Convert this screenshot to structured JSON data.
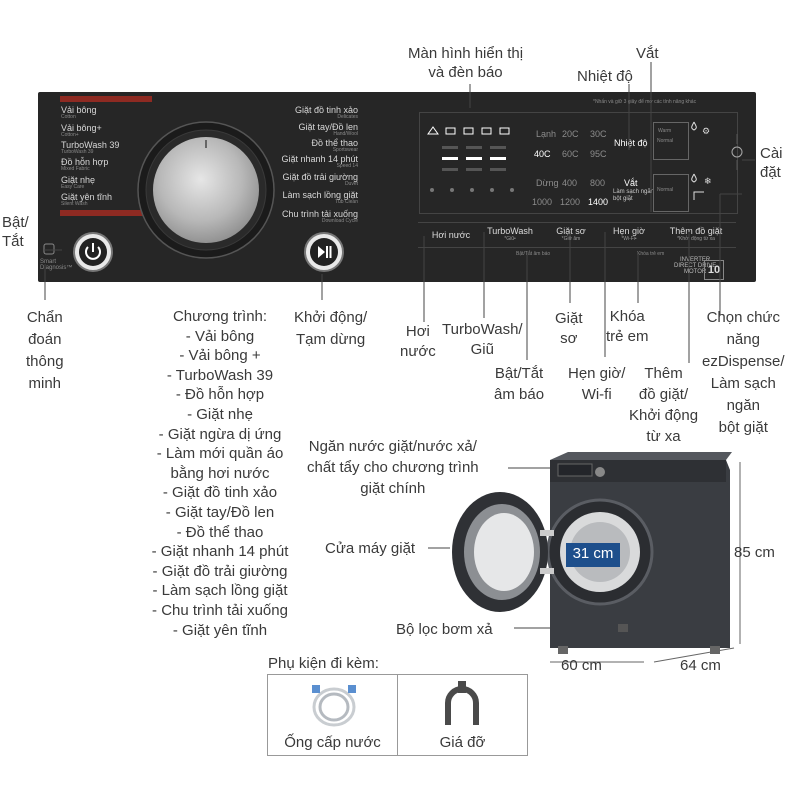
{
  "callouts": {
    "display": [
      "Màn hình hiển thị",
      "và đèn báo"
    ],
    "vat_top": "Vắt",
    "nhiet_do": "Nhiệt độ",
    "cai_dat": [
      "Cài",
      "đặt"
    ],
    "bat_tat": [
      "Bật/",
      "Tắt"
    ],
    "chan_doan": [
      "Chẩn",
      "đoán",
      "thông",
      "minh"
    ],
    "chuong_trinh_title": "Chương trình:",
    "khoi_dong": [
      "Khởi động/",
      "Tạm dừng"
    ],
    "hoi_nuoc": [
      "Hơi",
      "nước"
    ],
    "turbowash": [
      "TurboWash/",
      "Giũ"
    ],
    "giat_so": [
      "Giặt",
      "sơ"
    ],
    "khoa_tre_em": [
      "Khóa",
      "trẻ em"
    ],
    "chon_chuc_nang": [
      "Chọn chức",
      "năng",
      "ezDispense/",
      "Làm sạch",
      "ngăn",
      "bột giặt"
    ],
    "bat_tat_am_bao": [
      "Bật/Tắt",
      "âm báo"
    ],
    "hen_gio": [
      "Hẹn giờ/",
      "Wi-fi"
    ],
    "them_do_giat": [
      "Thêm",
      "đồ giặt/",
      "Khởi động",
      "từ xa"
    ],
    "ngan_nuoc": [
      "Ngăn nước giặt/nước xả/",
      "chất tẩy cho chương trình",
      "giặt chính"
    ],
    "cua_may": "Cửa máy giặt",
    "bo_loc": "Bộ lọc bơm xả",
    "dim_door": "31 cm",
    "dim_height": "85 cm",
    "dim_width": "60 cm",
    "dim_depth": "64 cm"
  },
  "programs_list": [
    "- Vải bông",
    "- Vải bông +",
    "- TurboWash 39",
    "- Đồ hỗn hợp",
    "- Giặt nhẹ",
    "- Giặt ngừa dị ứng",
    "- Làm mới quần áo",
    "bằng hơi nước",
    "- Giặt đồ tinh xảo",
    "- Giặt tay/Đồ len",
    "- Đồ thể thao",
    "- Giặt nhanh 14 phút",
    "- Giặt đồ trải giường",
    "- Làm sạch lồng giặt",
    "- Chu trình tải xuống",
    "-      Giặt yên tĩnh"
  ],
  "panel": {
    "left_programs": [
      {
        "name": "Vải bông",
        "sub": "Cotton"
      },
      {
        "name": "Vải bông+",
        "sub": "Cotton+"
      },
      {
        "name": "TurboWash 39",
        "sub": "TurboWash 39"
      },
      {
        "name": "Đồ hỗn hợp",
        "sub": "Mixed Fabric"
      },
      {
        "name": "Giặt nhẹ",
        "sub": "Easy Care"
      },
      {
        "name": "Giặt yên tĩnh",
        "sub": "Silent Wash"
      }
    ],
    "right_programs": [
      {
        "name": "Giặt đồ tinh xảo",
        "sub": "Delicates"
      },
      {
        "name": "Giặt tay/Đồ len",
        "sub": "Hand/Wool"
      },
      {
        "name": "Đồ thể thao",
        "sub": "Sportswear"
      },
      {
        "name": "Giặt nhanh 14 phút",
        "sub": "Speed 14"
      },
      {
        "name": "Giặt đồ trải giường",
        "sub": "Duvet"
      },
      {
        "name": "Làm sạch lồng giặt",
        "sub": "Tub Clean"
      },
      {
        "name": "Chu trình tải xuống",
        "sub": "Download Cycle"
      }
    ],
    "smart_diagnosis": [
      "Smart",
      "Diagnosis™"
    ],
    "display_note": "*Nhấn và giữ 3 giây để mở các tính năng khác",
    "temps_row1": [
      "Lạnh",
      "20C",
      "30C"
    ],
    "temps_row2": [
      "40C",
      "60C",
      "95C"
    ],
    "spin_row1": [
      "Dừng",
      "400",
      "800"
    ],
    "spin_row2": [
      "1000",
      "1200",
      "1400"
    ],
    "nhiet_do": "Nhiệt độ",
    "vat": "Vắt",
    "lam_sach_ngan": [
      "Làm sạch ngăn",
      "bột giặt"
    ],
    "warm": "Warm",
    "normal": "Normal",
    "buttons": [
      {
        "label": "Hơi nước",
        "sub": ""
      },
      {
        "label": "TurboWash",
        "sub": "*Giũ•"
      },
      {
        "label": "Giặt sơ",
        "sub": "*Giữ âm"
      },
      {
        "label": "Hẹn giờ",
        "sub": "*Wi-Fi•"
      },
      {
        "label": "Thêm đồ giặt",
        "sub": "*Khởi động từ xa"
      }
    ],
    "bat_tat_am_bao_small": "Bật/Tắt âm báo",
    "khoa_tre_em_small": "Khóa trẻ em",
    "inverter": [
      "INVERTER",
      "DIRECT DRIVE",
      "MOTOR"
    ],
    "warranty": "10"
  },
  "accessories": {
    "title": "Phụ kiện đi kèm:",
    "items": [
      "Ống cấp nước",
      "Giá đỡ"
    ]
  },
  "colors": {
    "panel": "#262626",
    "program_red": "#c0392b",
    "callout_text": "#3a3a3a",
    "lcd_on": "#ffffff",
    "washer_body": "#3a3d42",
    "dim_box": "#1e4f8c"
  }
}
